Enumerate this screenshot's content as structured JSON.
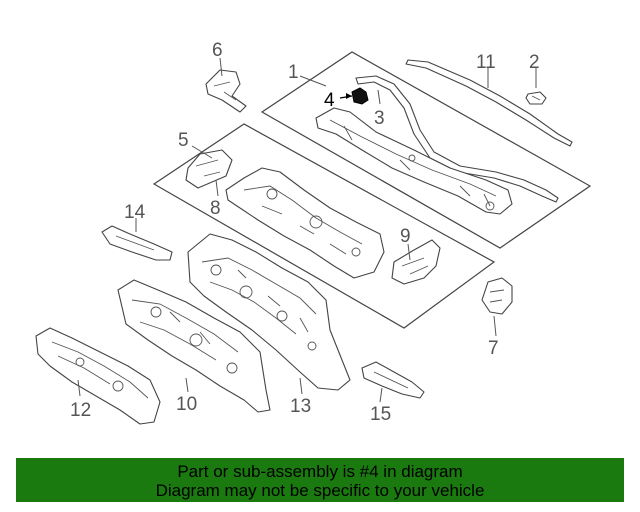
{
  "callouts": {
    "c1": "1",
    "c2": "2",
    "c3": "3",
    "c4": "4",
    "c5": "5",
    "c6": "6",
    "c7": "7",
    "c8": "8",
    "c9": "9",
    "c10": "10",
    "c11": "11",
    "c12": "12",
    "c13": "13",
    "c14": "14",
    "c15": "15"
  },
  "banner": {
    "line1": "Part or sub-assembly is #4 in diagram",
    "line2": "Diagram may not be specific to your vehicle"
  },
  "colors": {
    "banner_bg": "#1a7a10",
    "line": "#444444",
    "highlight": "#000000"
  }
}
